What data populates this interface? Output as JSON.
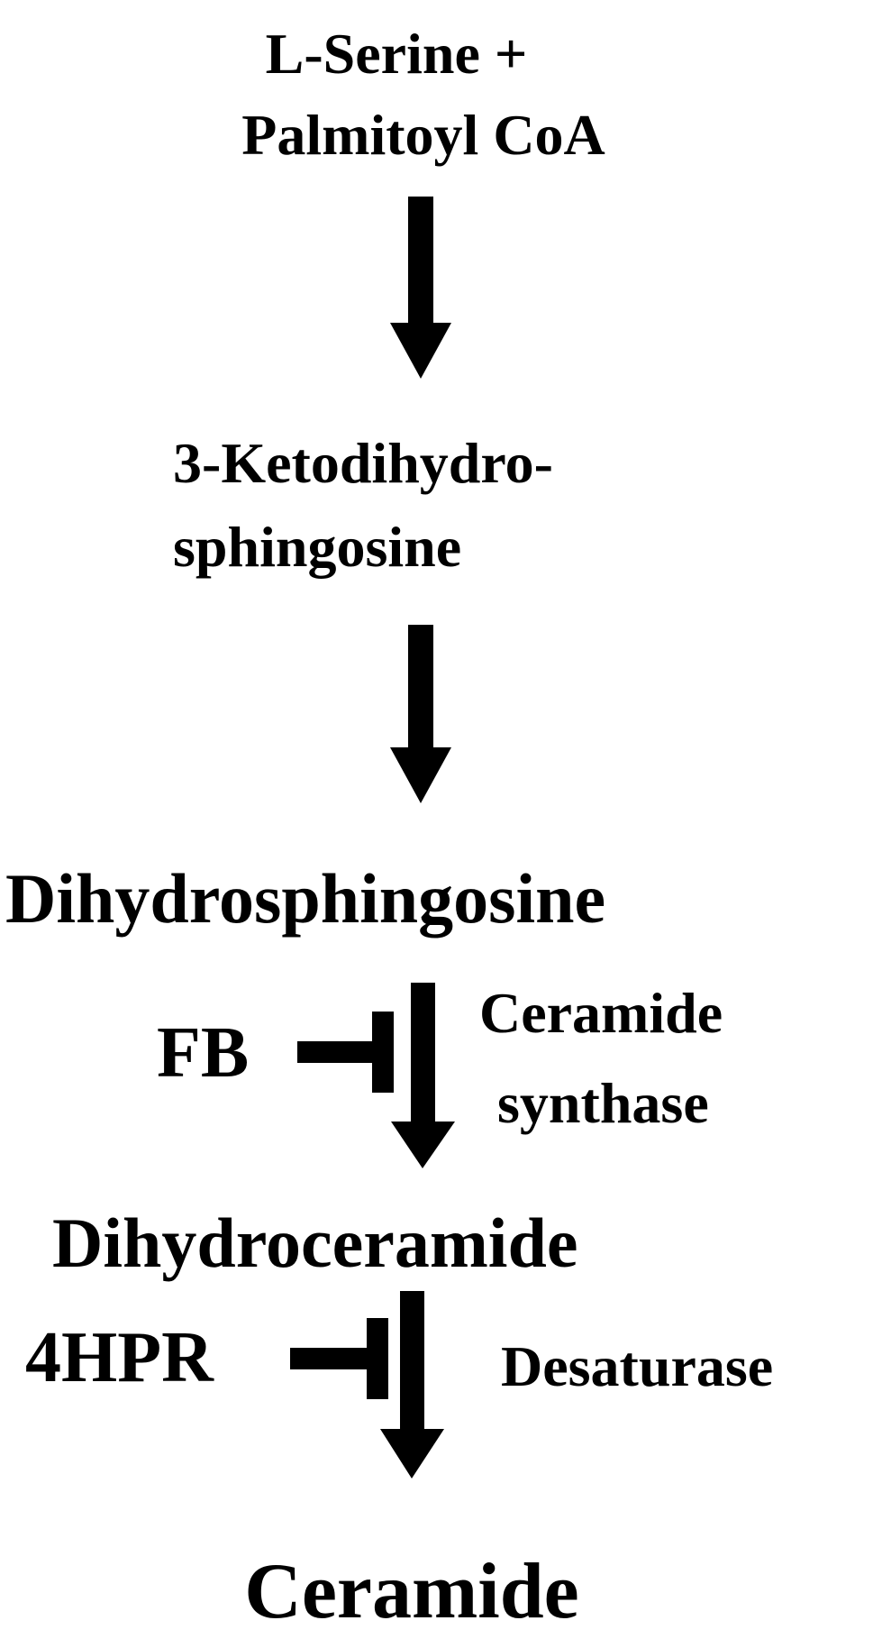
{
  "nodes": {
    "start_line1": "L-Serine +",
    "start_line2": "Palmitoyl CoA",
    "keto_line1": "3-Ketodihydro-",
    "keto_line2": "sphingosine",
    "dihydrosphingosine": "Dihydrosphingosine",
    "dihydroceramide": "Dihydroceramide",
    "ceramide": "Ceramide"
  },
  "inhibitors": {
    "fb": "FB",
    "hpr": "4HPR"
  },
  "enzymes": {
    "ceramide_synthase_line1": "Ceramide",
    "ceramide_synthase_line2": "synthase",
    "desaturase": "Desaturase"
  },
  "colors": {
    "ink": "#000000",
    "background": "#ffffff"
  }
}
